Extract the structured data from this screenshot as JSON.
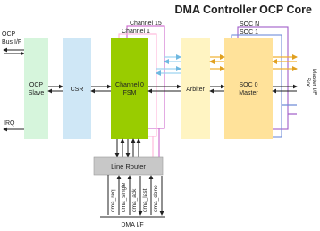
{
  "title": "DMA Controller OCP Core",
  "left_labels": {
    "ocp_bus": [
      "OCP",
      "Bus I/F"
    ],
    "irq": "IRQ"
  },
  "right_label": [
    "Soc",
    "Master I/F"
  ],
  "blocks": {
    "ocp_slave": [
      "OCP",
      "Slave"
    ],
    "csr": "CSR",
    "channel_fsm": [
      "Channel 0",
      "FSM"
    ],
    "channel_1": "Channel 1",
    "channel_15": "Channel 15",
    "arbiter": "Arbiter",
    "soc_master": [
      "SOC 0",
      "Master"
    ],
    "soc_1": "SOC 1",
    "soc_n": "SOC N",
    "line_router": "Line Router"
  },
  "dma_signals": [
    "dma_req",
    "dma_single",
    "dma_ack",
    "dma_last",
    "dma_done"
  ],
  "dma_if": "DMA I/F",
  "colors": {
    "ocp_slave": "#d6f5dc",
    "csr": "#cfe7f6",
    "channel_fsm": "#99cc00",
    "arbiter": "#fff4c2",
    "soc_master": "#ffe29a",
    "line_router": "#c8c8c8",
    "ch15_line": "#cc66cc",
    "ch1_line": "#ffb3d9",
    "socn_line": "#a05cc8",
    "soc1_line": "#6f8cd8",
    "arrow_cyan": "#9dd3f0",
    "arrow_orange": "#f0b030"
  }
}
